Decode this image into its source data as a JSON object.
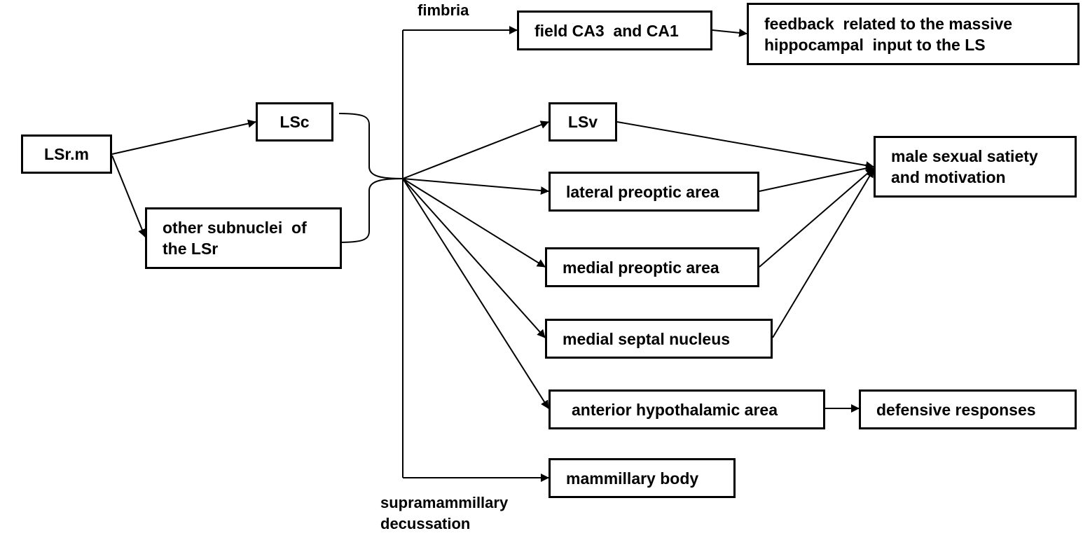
{
  "nodes": {
    "lsr_m": "LSr.m",
    "lsc": "LSc",
    "other_subnuclei_line1": "other subnuclei  of",
    "other_subnuclei_line2": "the LSr",
    "field_ca3_ca1": "field CA3  and CA1",
    "feedback_line1": "feedback  related to the massive",
    "feedback_line2": "hippocampal  input to the LS",
    "lsv": "LSv",
    "male_satiety_line1": "male sexual satiety",
    "male_satiety_line2": "and motivation",
    "lateral_preoptic": "lateral preoptic area",
    "medial_preoptic": "medial preoptic area",
    "medial_septal": "medial septal nucleus",
    "anterior_hypothalamic": "anterior hypothalamic area",
    "defensive": "defensive responses",
    "mammillary": "mammillary body"
  },
  "labels": {
    "fimbria": "fimbria",
    "supramammillary_line1": "supramammillary",
    "supramammillary_line2": "decussation"
  },
  "colors": {
    "line": "#000000",
    "box_border": "#000000",
    "background": "#ffffff"
  }
}
